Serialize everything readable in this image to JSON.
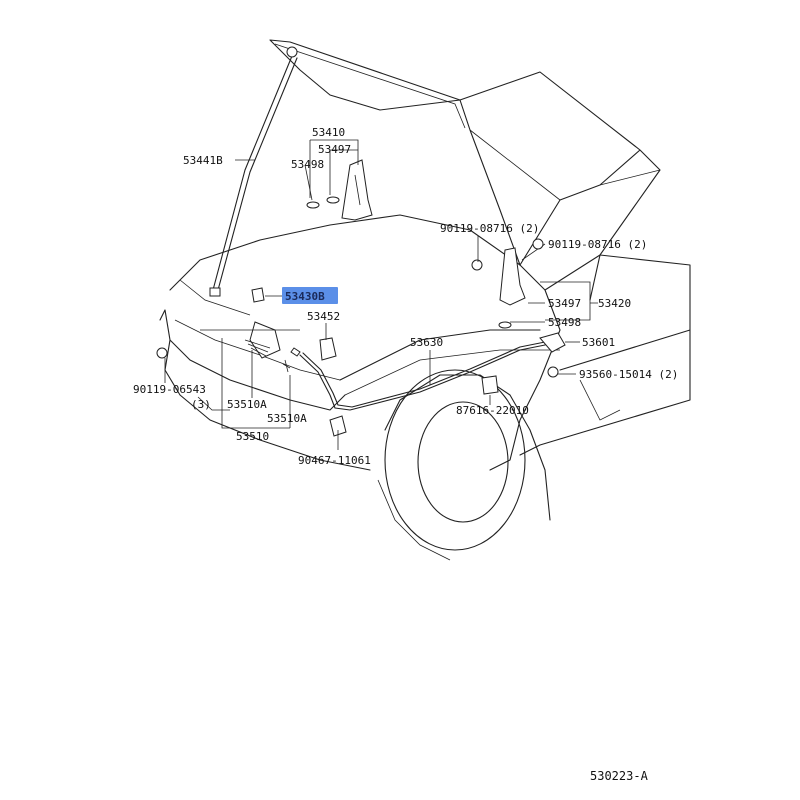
{
  "diagram_id": "530223-A",
  "callouts": {
    "c53410": "53410",
    "c53497_top": "53497",
    "c53441B": "53441B",
    "c53498_top": "53498",
    "c90119_08716_a": "90119-08716 (2)",
    "c90119_08716_b": "90119-08716 (2)",
    "c53430B": "53430B",
    "c53452": "53452",
    "c53497_right": "53497",
    "c53420": "53420",
    "c53498_right": "53498",
    "c53630": "53630",
    "c53601": "53601",
    "c90119_06543": "90119-06543",
    "c90119_06543_qty": "(3)",
    "c93560_15014": "93560-15014 (2)",
    "c87616_22010": "87616-22010",
    "c53510A_left": "53510A",
    "c53510A_right": "53510A",
    "c53510": "53510",
    "c90467_11061": "90467-11061"
  },
  "highlight_color": "#5b8fe8"
}
